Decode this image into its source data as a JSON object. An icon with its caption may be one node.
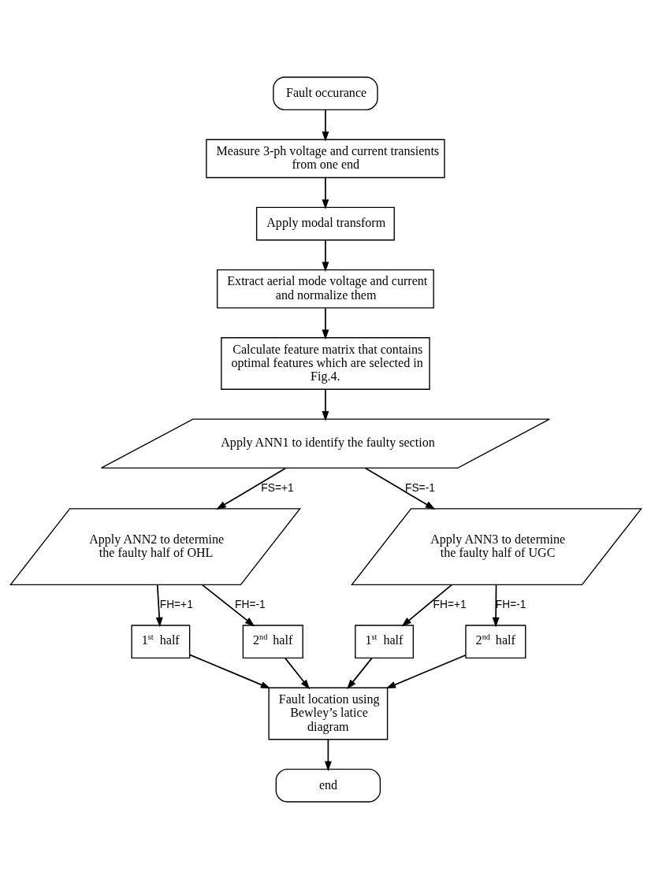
{
  "diagram": {
    "nodes": [
      {
        "text": [
          "Fault occurance"
        ]
      },
      {
        "text": [
          "Measure 3-ph voltage and current transients from one end"
        ]
      },
      {
        "text": [
          "Apply modal transform"
        ]
      },
      {
        "text": [
          "Extract aerial mode voltage and current and normalize them"
        ]
      },
      {
        "text": [
          "Calculate feature matrix that contains optimal features which are selected in Fig.4."
        ]
      },
      {
        "text": [
          "Apply ANN1 to identify the faulty section"
        ]
      },
      {
        "text": [
          "Apply ANN2 to determine the faulty half of OHL"
        ]
      },
      {
        "text": [
          "Apply ANN3 to determine the faulty half of UGC"
        ]
      },
      {
        "text": [
          "1$^{st}$ half"
        ]
      },
      {
        "text": [
          "2$^{nd}$ half"
        ]
      },
      {
        "text": [
          "1$^{st}$ half"
        ]
      },
      {
        "text": [
          "2$^{nd}$ half"
        ]
      },
      {
        "text": [
          "Fault location using Bewley’s latice diagram"
        ]
      },
      {
        "text": [
          "end"
        ]
      }
    ],
    "edges": [
      {
        "from": 0,
        "to": 1,
        "arrow": "to"
      },
      {
        "from": 1,
        "to": 2,
        "arrow": "to"
      },
      {
        "from": 2,
        "to": 3,
        "arrow": "to"
      },
      {
        "from": 3,
        "to": 4,
        "arrow": "to"
      },
      {
        "from": 4,
        "to": 5,
        "arrow": "to"
      },
      {
        "from": 5,
        "to": 6,
        "label": "FS=+1",
        "arrow": "to"
      },
      {
        "from": 5,
        "to": 7,
        "label": "FS=-1",
        "arrow": "to"
      },
      {
        "from": 6,
        "to": 8,
        "label": "FH=+1",
        "arrow": "to"
      },
      {
        "from": 6,
        "to": 9,
        "label": "FH=-1",
        "arrow": "to"
      },
      {
        "from": 7,
        "to": 10,
        "label": "FH=+1",
        "arrow": "to"
      },
      {
        "from": 7,
        "to": 11,
        "label": "FH=-1",
        "arrow": "to"
      },
      {
        "from": 8,
        "to": 12,
        "arrow": "to"
      },
      {
        "from": 9,
        "to": 12,
        "arrow": "to"
      },
      {
        "from": 10,
        "to": 12,
        "arrow": "to"
      },
      {
        "from": 11,
        "to": 12,
        "arrow": "to"
      },
      {
        "from": 12,
        "to": 13,
        "arrow": "to"
      }
    ]
  }
}
